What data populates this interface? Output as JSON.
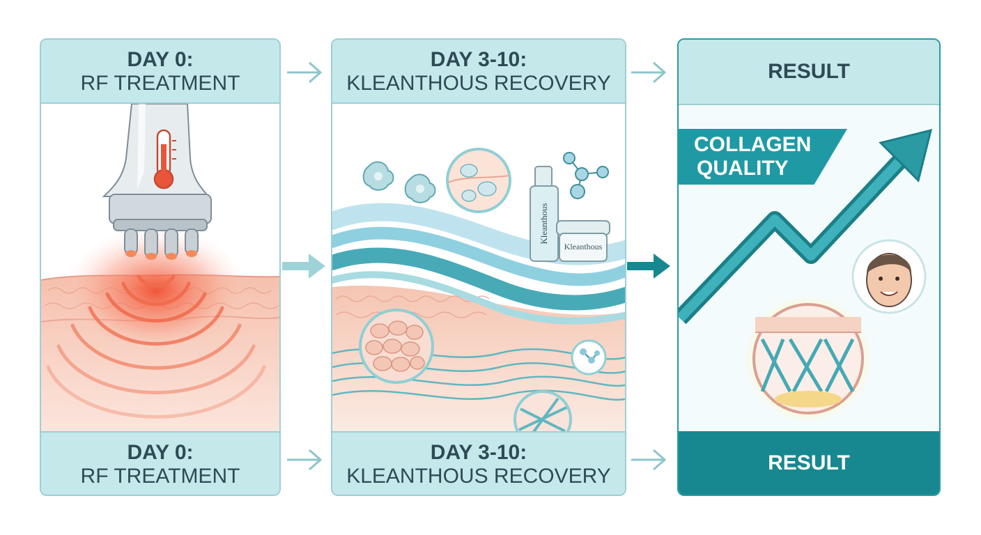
{
  "steps": [
    {
      "title": "DAY 0:",
      "subtitle": "RF TREATMENT",
      "footer_title": "DAY 0:",
      "footer_subtitle": "RF TREATMENT"
    },
    {
      "title": "DAY 3-10:",
      "subtitle": "KLEANTHOUS RECOVERY",
      "footer_title": "DAY 3-10:",
      "footer_subtitle": "KLEANTHOUS RECOVERY",
      "product_labels": [
        "Kleanthous",
        "Kleanthous"
      ]
    },
    {
      "title": "RESULT",
      "footer_title": "RESULT",
      "banner": [
        "COLLAGEN",
        "QUALITY"
      ]
    }
  ],
  "icons": [
    "thermometer-icon",
    "rf-device-icon",
    "heat-wave-icon",
    "cell-icon",
    "molecule-icon",
    "serum-bottle-icon",
    "cream-jar-icon",
    "trend-arrow-icon",
    "face-icon",
    "collagen-fiber-icon"
  ],
  "colors": {
    "header_bg": "#c5e8ea",
    "border": "#9dcfd3",
    "teal": "#1f9aa5",
    "dark_teal": "#17888f",
    "heat": "#f06a4a",
    "text": "#2e4a55"
  }
}
